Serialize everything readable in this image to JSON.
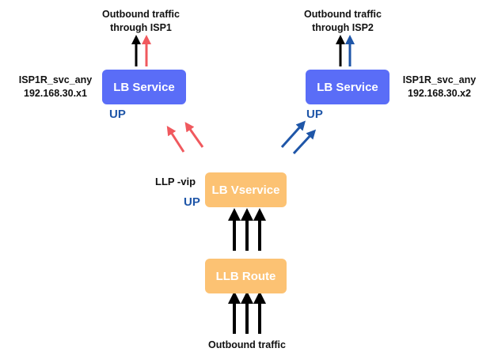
{
  "top_left": {
    "label_line1": "Outbound traffic",
    "label_line2": "through ISP1"
  },
  "top_right": {
    "label_line1": "Outbound traffic",
    "label_line2": "through ISP2"
  },
  "left_service": {
    "box_label": "LB Service",
    "name": "ISP1R_svc_any",
    "ip": "192.168.30.x1",
    "status": "UP"
  },
  "right_service": {
    "box_label": "LB Service",
    "name": "ISP1R_svc_any",
    "ip": "192.168.30.x2",
    "status": "UP"
  },
  "vservice": {
    "box_label": "LB Vservice",
    "name": "LLP -vip",
    "status": "UP"
  },
  "route": {
    "box_label": "LLB Route"
  },
  "bottom": {
    "label": "Outbound traffic"
  },
  "colors": {
    "blue_box": "#5a6df7",
    "orange_box": "#fcc273",
    "status_text": "#1f56a8",
    "red_arrow": "#f0595e",
    "blue_arrow": "#1f56a8",
    "black_arrow": "#000000"
  }
}
